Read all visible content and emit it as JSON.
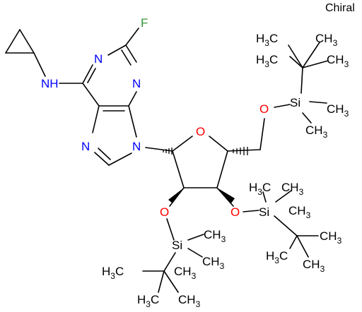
{
  "chiral_label": "Chiral",
  "colors": {
    "carbon": "#000000",
    "nitrogen": "#0000ff",
    "oxygen": "#ff0000",
    "fluorine": "#339933",
    "silicon": "#000000"
  },
  "atoms": {
    "fluorine": "F",
    "nh": "NH",
    "n1": "N",
    "n3": "N",
    "n7": "N",
    "n9": "N",
    "ring_o": "O",
    "o5": "O",
    "o3": "O",
    "o2": "O",
    "si_a": "Si",
    "si_b": "Si",
    "si_c": "Si"
  },
  "groups": {
    "a_tl": "H3C",
    "a_tr": "CH3",
    "a_ml": "H3C",
    "a_mr": "CH3",
    "a_me1": "CH3",
    "a_me2": "CH3",
    "b_me1": "H3C",
    "b_me2": "CH3",
    "b_me3": "CH3",
    "b_r": "CH3",
    "b_l": "H3C",
    "b_b": "CH3",
    "c_me1": "CH3",
    "c_me2": "CH3",
    "c_l": "H3C",
    "c_r": "CH3",
    "c_b": "H3C",
    "c_br": "CH3"
  }
}
